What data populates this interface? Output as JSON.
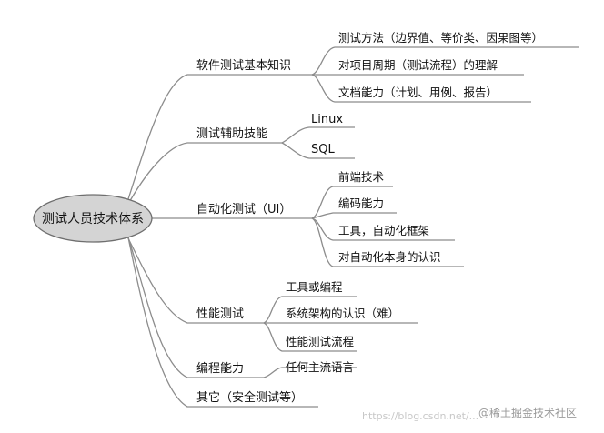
{
  "root": "测试人员技术体系",
  "branches": [
    {
      "label": "软件测试基本知识",
      "children": [
        "测试方法（边界值、等价类、因果图等）",
        "对项目周期（测试流程）的理解",
        "文档能力（计划、用例、报告）"
      ]
    },
    {
      "label": "测试辅助技能",
      "children": [
        "Linux",
        "SQL"
      ]
    },
    {
      "label": "自动化测试（UI）",
      "children": [
        "前端技术",
        "编码能力",
        "工具，自动化框架",
        "对自动化本身的认识"
      ]
    },
    {
      "label": "性能测试",
      "children": [
        "工具或编程",
        "系统架构的认识（难）",
        "性能测试流程"
      ]
    },
    {
      "label": "编程能力",
      "children": [
        "任何主流语言"
      ]
    },
    {
      "label": "其它（安全测试等）",
      "children": []
    }
  ],
  "watermark": {
    "brand": "@稀土掘金技术社区",
    "url": "https://blog.csdn.net/..."
  }
}
